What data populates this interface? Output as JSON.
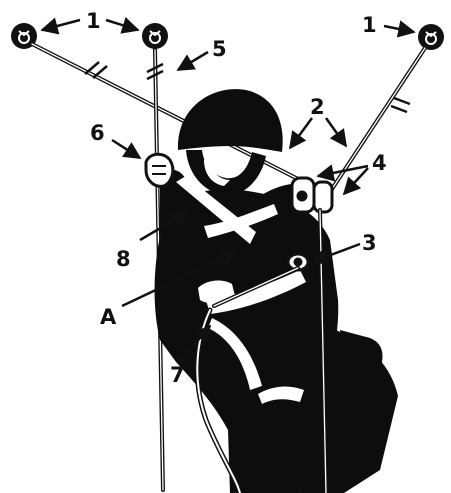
{
  "figure": {
    "callouts": {
      "anchor_left": "1",
      "anchor_middle": "1",
      "anchor_right": "1",
      "rope_split": "2",
      "device_lower": "3",
      "device_upper": "4",
      "backup_rope": "5",
      "rope_grab": "6",
      "tether": "7",
      "harness_strap": "8",
      "attachment": "A"
    },
    "colors": {
      "ink": "#111111",
      "figure_fill": "#0d0d0d",
      "highlight": "#ffffff",
      "background": "#ffffff"
    }
  }
}
